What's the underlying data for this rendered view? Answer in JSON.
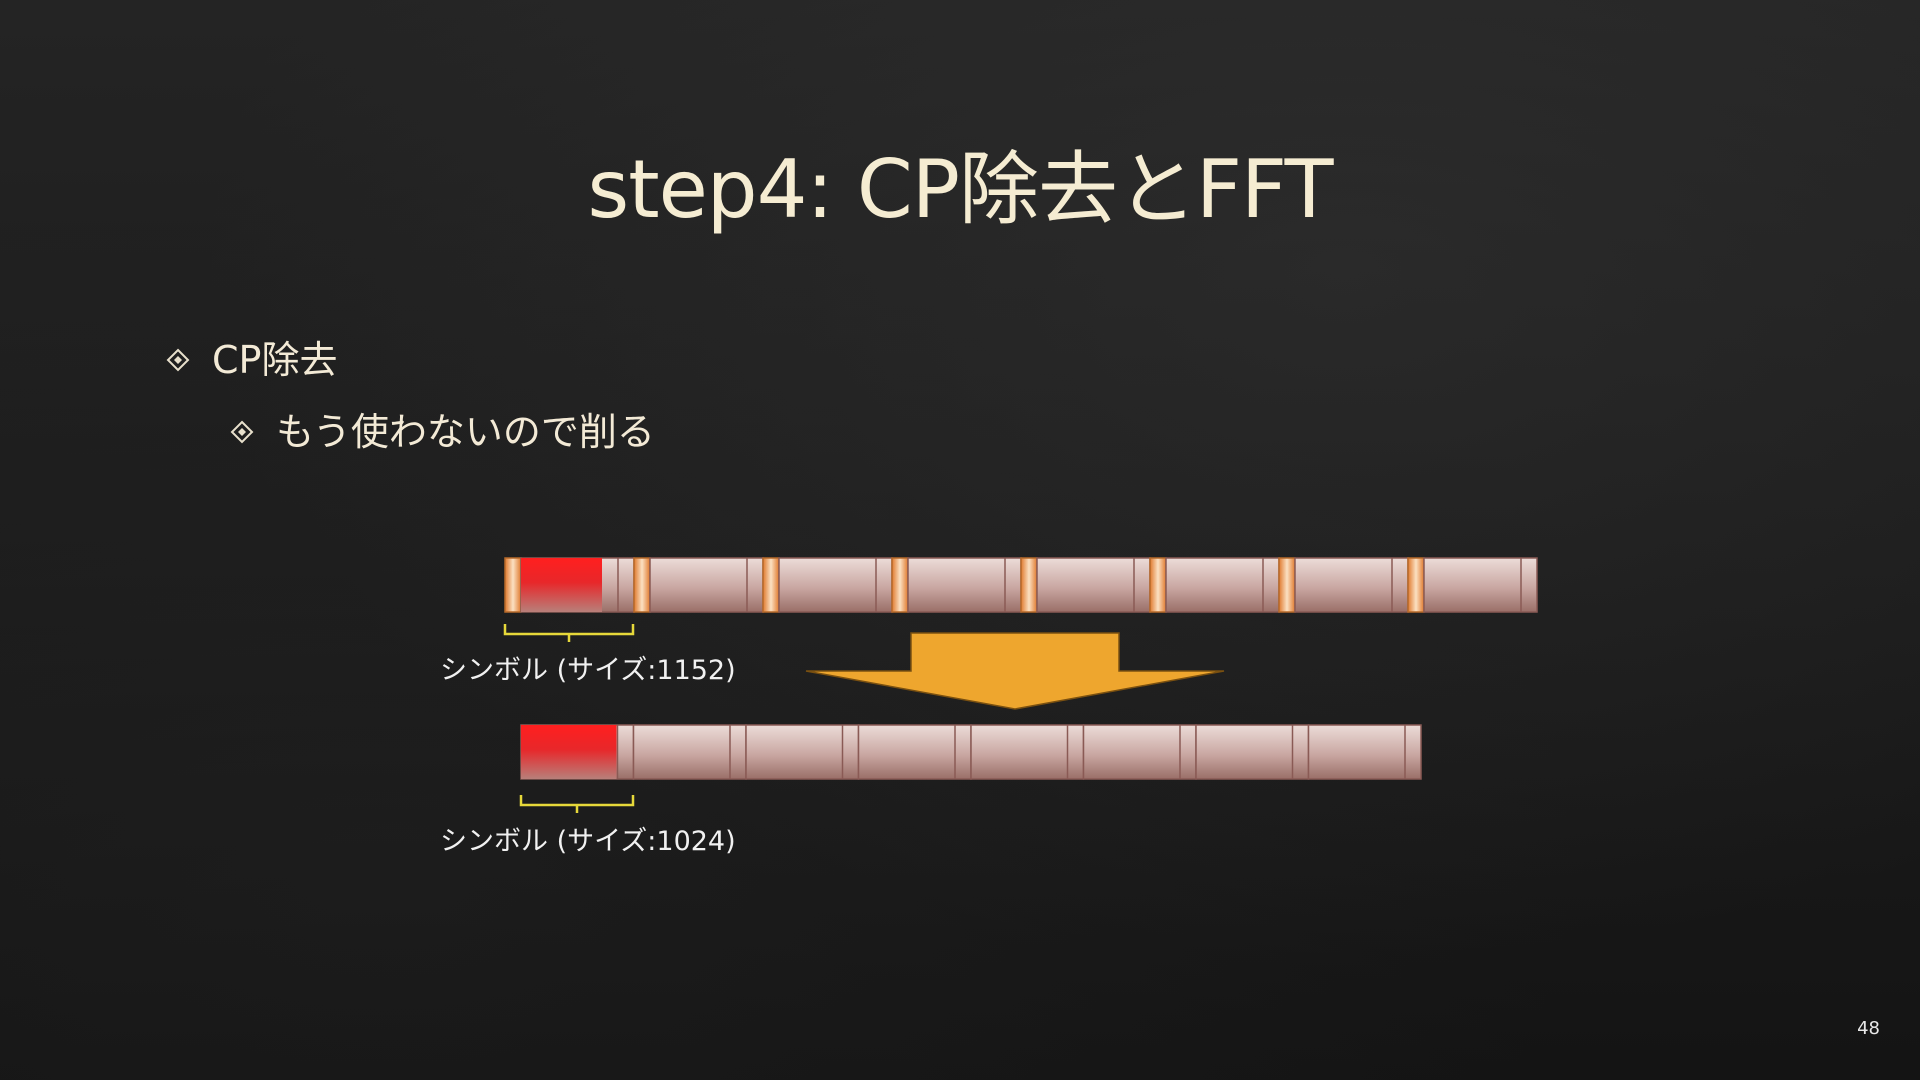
{
  "slide": {
    "title": "step4: CP除去とFFT",
    "bullets": [
      {
        "text": "CP除去",
        "level": 1
      },
      {
        "text": "もう使わないので削る",
        "level": 2
      }
    ],
    "page_number": "48"
  },
  "diagram": {
    "before_label": "シンボル (サイズ:1152)",
    "after_label": "シンボル (サイズ:1024)",
    "before_symbol_count": 8,
    "after_symbol_count": 8,
    "colors": {
      "cp_segment": "#f7c294",
      "symbol_body": "#c9a7a2",
      "first_symbol_tail": "#e8272a",
      "arrow": "#eea62e",
      "bracket": "#e6d83a",
      "bullet_diamond": "#e8e0cc"
    }
  }
}
